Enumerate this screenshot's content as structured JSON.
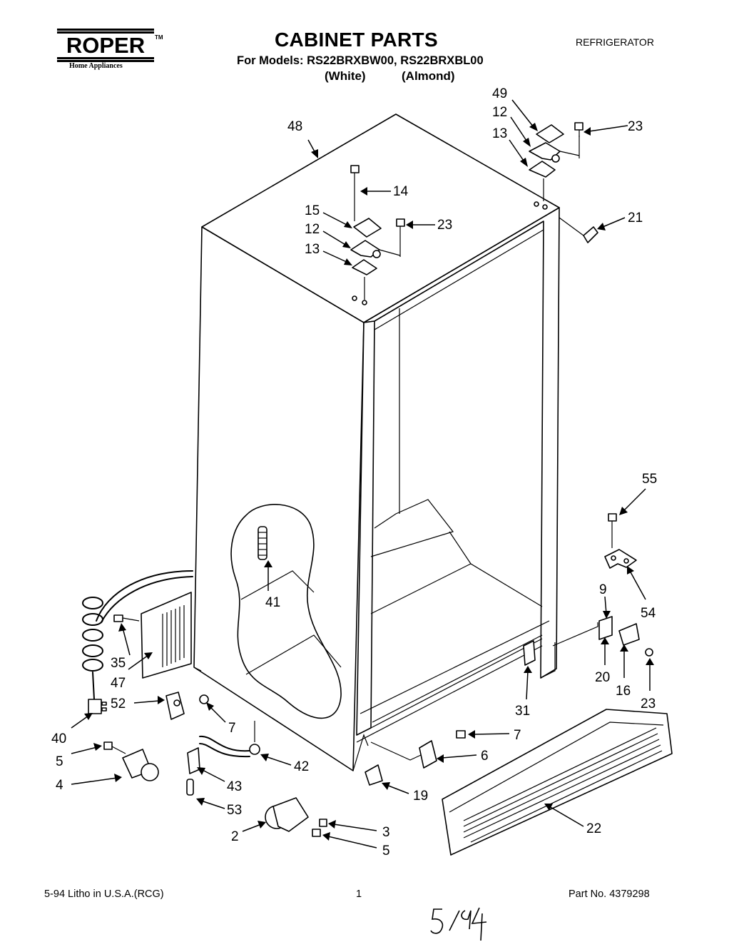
{
  "header": {
    "brand": "ROPER",
    "brand_tm": "TM",
    "brand_subtitle": "Home Appliances",
    "title": "CABINET PARTS",
    "models_line": "For Models: RS22BRXBW00, RS22BRXBL00",
    "color_white": "(White)",
    "color_almond": "(Almond)",
    "category": "REFRIGERATOR"
  },
  "footer": {
    "left": "5-94  Litho in U.S.A.(RCG)",
    "page": "1",
    "part_no": "Part No. 4379298",
    "handwritten": "5/94"
  },
  "callouts": [
    {
      "id": "c49a",
      "label": "49"
    },
    {
      "id": "c12a",
      "label": "12"
    },
    {
      "id": "c13a",
      "label": "13"
    },
    {
      "id": "c23a",
      "label": "23"
    },
    {
      "id": "c48",
      "label": "48"
    },
    {
      "id": "c14",
      "label": "14"
    },
    {
      "id": "c15",
      "label": "15"
    },
    {
      "id": "c23b",
      "label": "23"
    },
    {
      "id": "c12b",
      "label": "12"
    },
    {
      "id": "c13b",
      "label": "13"
    },
    {
      "id": "c21",
      "label": "21"
    },
    {
      "id": "c55",
      "label": "55"
    },
    {
      "id": "c41",
      "label": "41"
    },
    {
      "id": "c9",
      "label": "9"
    },
    {
      "id": "c54",
      "label": "54"
    },
    {
      "id": "c35",
      "label": "35"
    },
    {
      "id": "c47",
      "label": "47"
    },
    {
      "id": "c20",
      "label": "20"
    },
    {
      "id": "c16",
      "label": "16"
    },
    {
      "id": "c31",
      "label": "31"
    },
    {
      "id": "c23c",
      "label": "23"
    },
    {
      "id": "c52",
      "label": "52"
    },
    {
      "id": "c7a",
      "label": "7"
    },
    {
      "id": "c40",
      "label": "40"
    },
    {
      "id": "c7b",
      "label": "7"
    },
    {
      "id": "c5a",
      "label": "5"
    },
    {
      "id": "c6",
      "label": "6"
    },
    {
      "id": "c42",
      "label": "42"
    },
    {
      "id": "c4",
      "label": "4"
    },
    {
      "id": "c43",
      "label": "43"
    },
    {
      "id": "c19",
      "label": "19"
    },
    {
      "id": "c53",
      "label": "53"
    },
    {
      "id": "c22",
      "label": "22"
    },
    {
      "id": "c3",
      "label": "3"
    },
    {
      "id": "c2",
      "label": "2"
    },
    {
      "id": "c5b",
      "label": "5"
    }
  ]
}
